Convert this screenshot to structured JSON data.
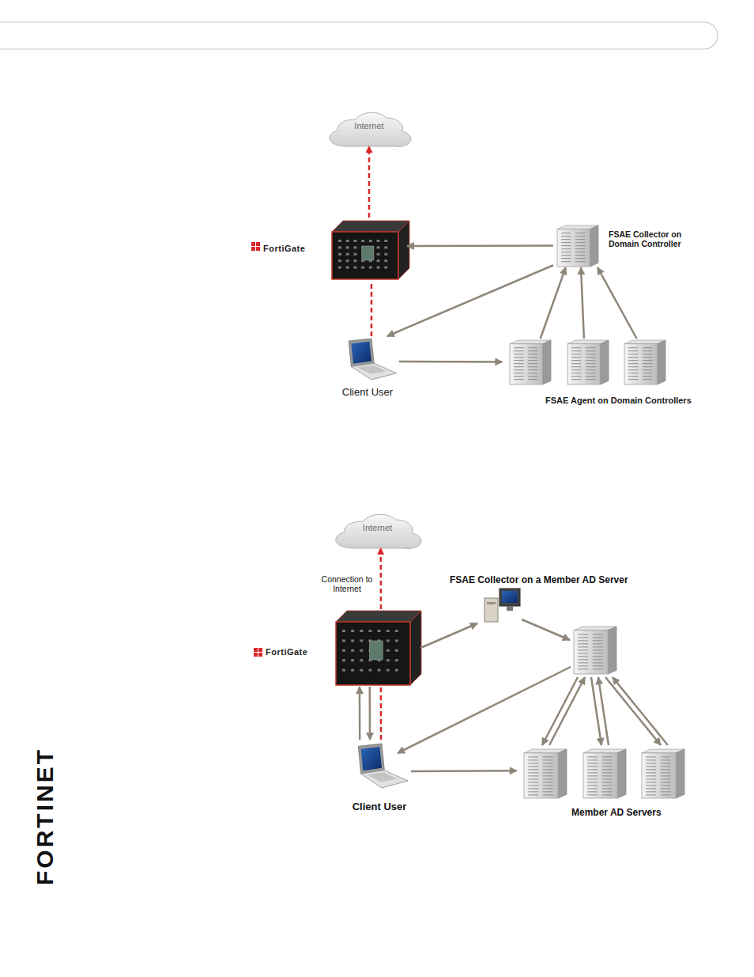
{
  "diagram": {
    "nodes": [
      {
        "text": [
          "Internet"
        ]
      },
      {
        "text": [
          "FortiGate"
        ]
      },
      {
        "text": [
          "FSAE Collector on Domain Controller"
        ]
      },
      {
        "text": [
          "Client User"
        ]
      },
      {
        "text": [
          "FSAE Agent on Domain Controllers"
        ]
      },
      {
        "text": [
          "Internet"
        ]
      },
      {
        "text": [
          "FSAE Collector on a Member AD Server"
        ]
      },
      {
        "text": [
          "FortiGate"
        ]
      },
      {
        "text": [
          "Client User"
        ]
      },
      {
        "text": [
          "Member AD Servers"
        ]
      }
    ],
    "edges": [
      {
        "from": 1,
        "to": 0,
        "arrow": "to"
      },
      {
        "from": 3,
        "to": 1,
        "arrow": "none"
      },
      {
        "from": 2,
        "to": 1,
        "arrow": "to"
      },
      {
        "from": 2,
        "to": 3,
        "arrow": "to"
      },
      {
        "from": 3,
        "to": 4,
        "arrow": "to"
      },
      {
        "from": 4,
        "to": 2,
        "arrow": "to"
      },
      {
        "from": 4,
        "to": 2,
        "arrow": "to"
      },
      {
        "from": 4,
        "to": 2,
        "arrow": "to"
      },
      {
        "from": 7,
        "to": 5,
        "label": "Connection to Internet",
        "arrow": "to"
      },
      {
        "from": 7,
        "to": 6,
        "arrow": "to"
      },
      {
        "from": 8,
        "to": 7,
        "arrow": "to"
      },
      {
        "from": 7,
        "to": 8,
        "arrow": "to"
      },
      {
        "from": 8,
        "to": 7,
        "arrow": "none"
      },
      {
        "from": 8,
        "to": 9,
        "arrow": "to"
      }
    ],
    "labels": [
      "FORTINET"
    ]
  }
}
